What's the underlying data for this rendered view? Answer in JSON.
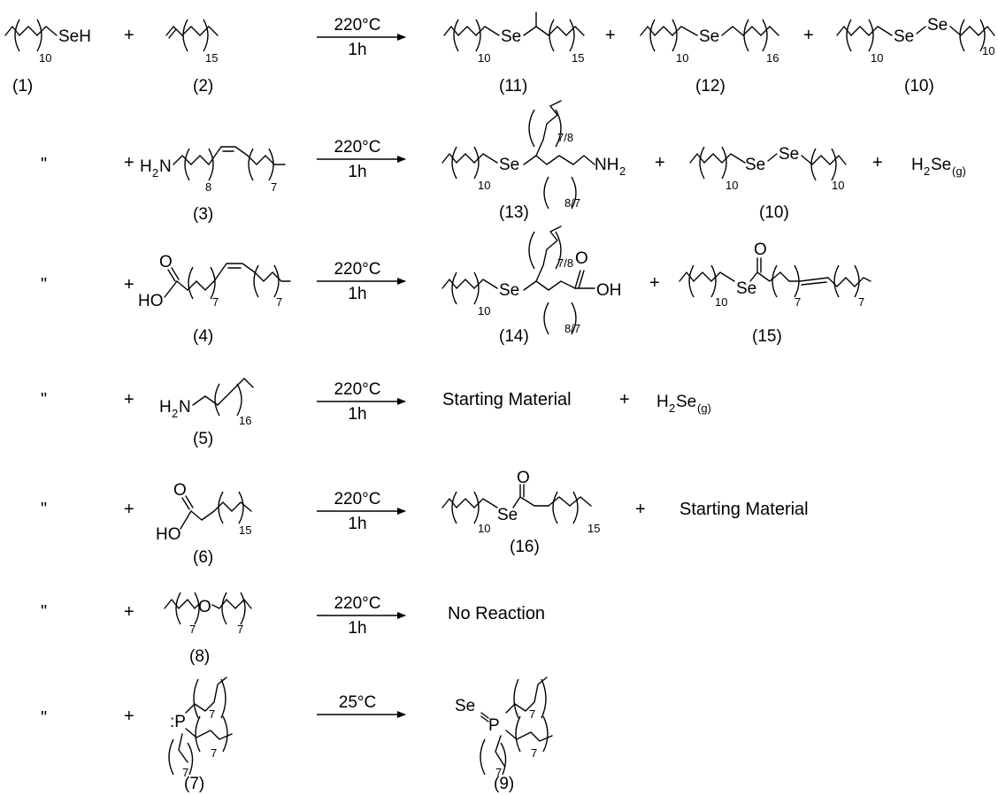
{
  "ditto": "\"",
  "plus": "+",
  "reactant": {
    "selenol_atom": "SeH",
    "selenol_repeat": "10",
    "selenol_label": "(1)"
  },
  "rows": [
    {
      "reagent_label": "(2)",
      "reagent_repeat": "15",
      "cond_temp": "220°C",
      "cond_time": "1h",
      "products": [
        {
          "label": "(11)",
          "atom": "Se",
          "repeat_a": "10",
          "repeat_b": "15"
        },
        {
          "label": "(12)",
          "atom": "Se",
          "repeat_a": "10",
          "repeat_b": "16"
        },
        {
          "label": "(10)",
          "atom_a": "Se",
          "atom_b": "Se",
          "repeat_a": "10",
          "repeat_b": "10"
        }
      ]
    },
    {
      "reagent_label": "(3)",
      "reagent_atom": "H",
      "reagent_sub": "2",
      "reagent_atom2": "N",
      "reagent_repeat_a": "8",
      "reagent_repeat_b": "7",
      "cond_temp": "220°C",
      "cond_time": "1h",
      "products": [
        {
          "label": "(13)",
          "atom": "Se",
          "repeat_a": "10",
          "repeat_top": "7/8",
          "repeat_bot": "8/7",
          "amine": "NH",
          "amine_sub": "2"
        },
        {
          "label": "(10)",
          "atom_a": "Se",
          "atom_b": "Se",
          "repeat_a": "10",
          "repeat_b": "10"
        },
        {
          "gas": "H",
          "gas_sub": "2",
          "gas_main": "Se",
          "gas_state": "(g)"
        }
      ]
    },
    {
      "reagent_label": "(4)",
      "reagent_o": "O",
      "reagent_ho": "HO",
      "reagent_repeat_a": "7",
      "reagent_repeat_b": "7",
      "cond_temp": "220°C",
      "cond_time": "1h",
      "products": [
        {
          "label": "(14)",
          "atom": "Se",
          "repeat_a": "10",
          "repeat_top": "7/8",
          "repeat_bot": "8/7",
          "o": "O",
          "oh": "OH"
        },
        {
          "label": "(15)",
          "atom": "Se",
          "o": "O",
          "repeat_a": "10",
          "repeat_b": "7",
          "repeat_c": "7"
        }
      ]
    },
    {
      "reagent_label": "(5)",
      "reagent_atom": "H",
      "reagent_sub": "2",
      "reagent_atom2": "N",
      "reagent_repeat": "16",
      "cond_temp": "220°C",
      "cond_time": "1h",
      "products": [
        {
          "text": "Starting Material"
        },
        {
          "gas": "H",
          "gas_sub": "2",
          "gas_main": "Se",
          "gas_state": "(g)"
        }
      ]
    },
    {
      "reagent_label": "(6)",
      "reagent_o": "O",
      "reagent_ho": "HO",
      "reagent_repeat": "15",
      "cond_temp": "220°C",
      "cond_time": "1h",
      "products": [
        {
          "label": "(16)",
          "atom": "Se",
          "o": "O",
          "repeat_a": "10",
          "repeat_b": "15"
        },
        {
          "text": "Starting Material"
        }
      ]
    },
    {
      "reagent_label": "(8)",
      "reagent_o": "O",
      "reagent_repeat_a": "7",
      "reagent_repeat_b": "7",
      "cond_temp": "220°C",
      "cond_time": "1h",
      "products": [
        {
          "text": "No Reaction"
        }
      ]
    },
    {
      "reagent_label": "(7)",
      "reagent_p": ":P",
      "reagent_repeat_a": "7",
      "reagent_repeat_b": "7",
      "reagent_repeat_c": "7",
      "cond_temp": "25°C",
      "products": [
        {
          "label": "(9)",
          "se": "Se",
          "p": "P",
          "repeat_a": "7",
          "repeat_b": "7",
          "repeat_c": "7"
        }
      ]
    }
  ]
}
